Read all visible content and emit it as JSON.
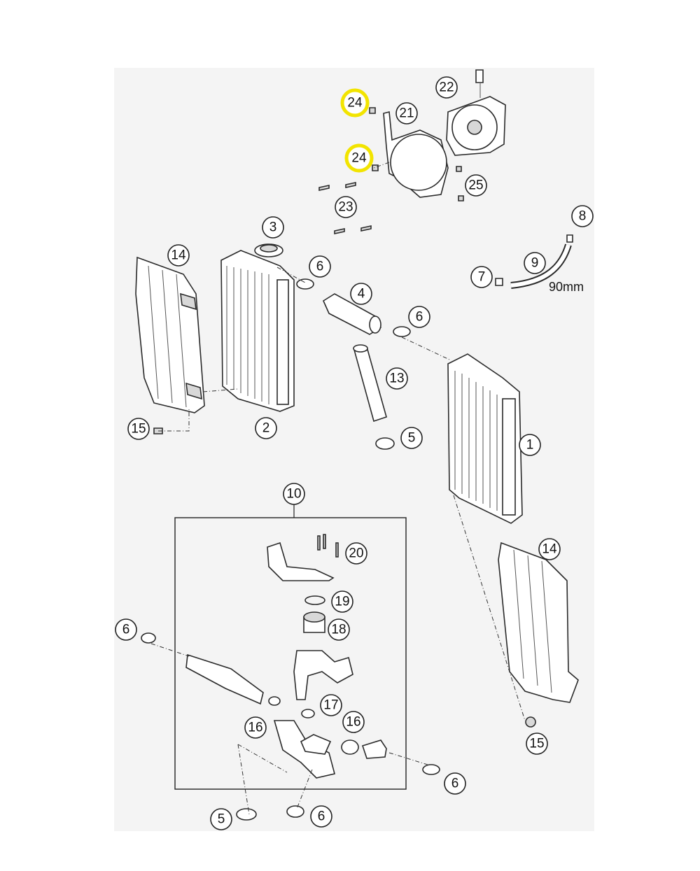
{
  "callouts": {
    "c1": "1",
    "c2": "2",
    "c3": "3",
    "c4": "4",
    "c5a": "5",
    "c5b": "5",
    "c6a": "6",
    "c6b": "6",
    "c6c": "6",
    "c6d": "6",
    "c6e": "6",
    "c7": "7",
    "c8": "8",
    "c9": "9",
    "c10": "10",
    "c13": "13",
    "c14a": "14",
    "c14b": "14",
    "c15a": "15",
    "c15b": "15",
    "c16a": "16",
    "c16b": "16",
    "c17": "17",
    "c18": "18",
    "c19": "19",
    "c20": "20",
    "c21": "21",
    "c22": "22",
    "c23": "23",
    "c24a": "24",
    "c24b": "24",
    "c25": "25"
  },
  "dimension_label": "90mm",
  "highlight_color": "#f2e400"
}
